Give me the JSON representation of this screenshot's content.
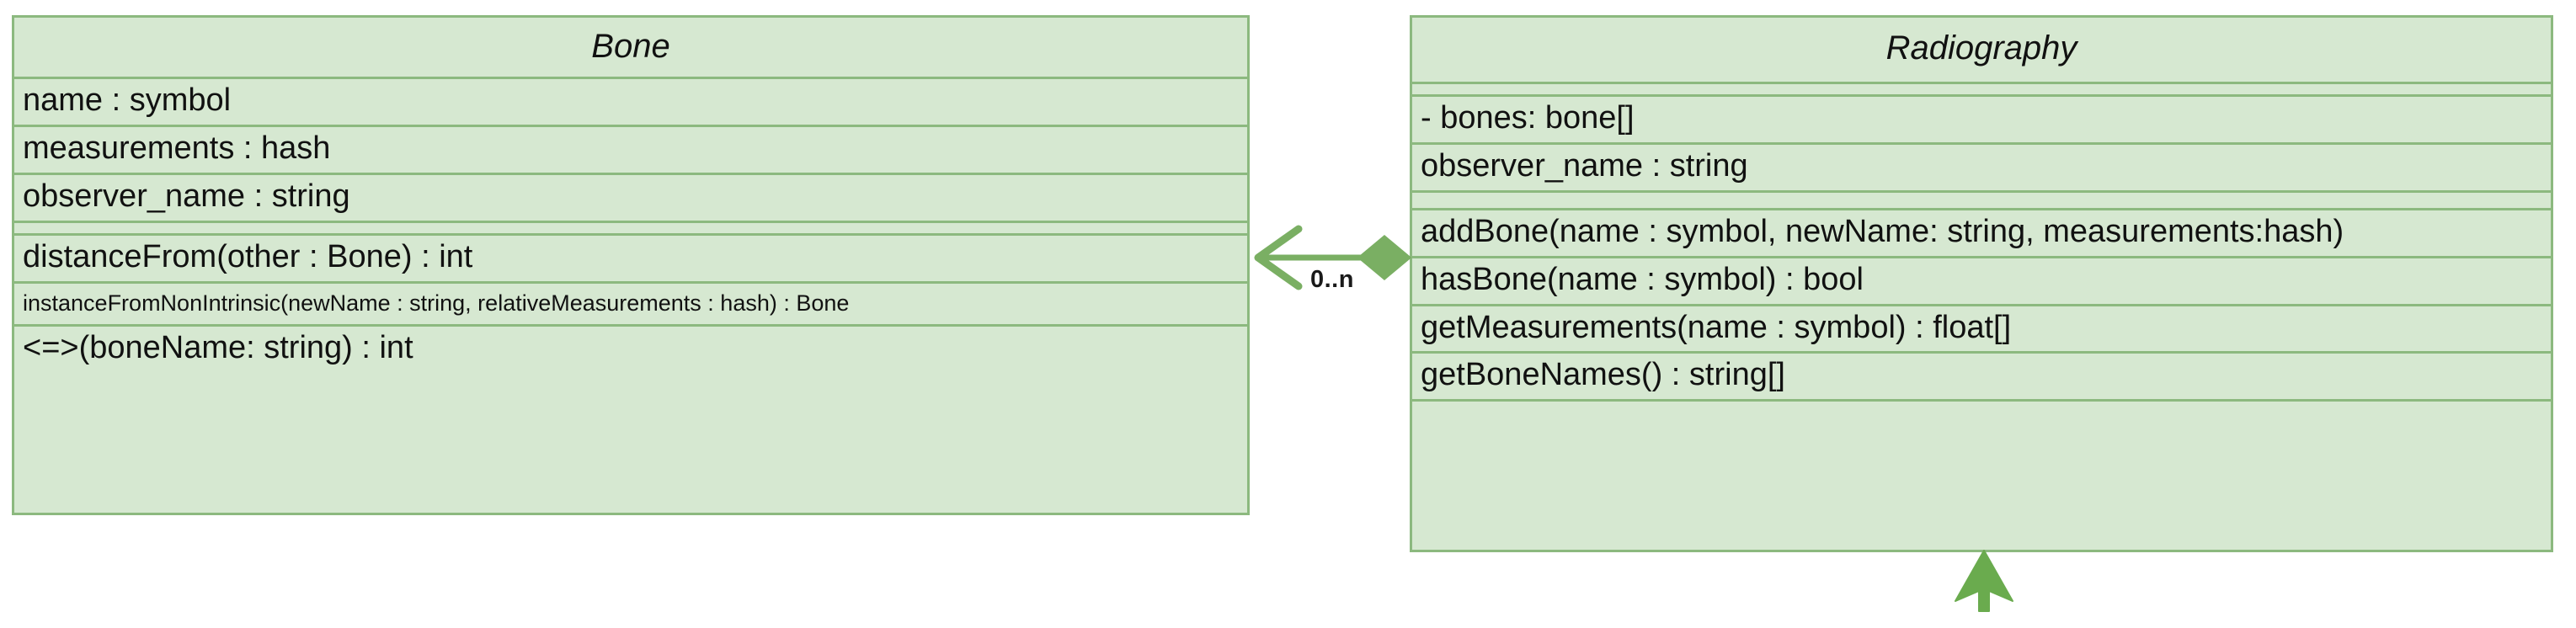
{
  "diagram": {
    "kind": "uml-class-diagram",
    "background_color": "#ffffff",
    "fill_color": "#d6e8d1",
    "line_color": "#8cb97f",
    "text_color": "#111111"
  },
  "classes": [
    {
      "id": "bone",
      "name": "Bone",
      "attributes": [
        "name : symbol",
        "measurements : hash",
        "observer_name : string"
      ],
      "methods": [
        "distanceFrom(other : Bone) : int",
        "instanceFromNonIntrinsic(newName : string, relativeMeasurements : hash) : Bone",
        "<=>(boneName: string) : int"
      ]
    },
    {
      "id": "radiography",
      "name": "Radiography",
      "attributes": [
        "- bones: bone[]",
        "observer_name : string"
      ],
      "methods": [
        "addBone(name : symbol, newName: string, measurements:hash)",
        "hasBone(name : symbol) : bool",
        "getMeasurements(name : symbol) : float[]",
        "getBoneNames() : string[]"
      ]
    }
  ],
  "relationships": [
    {
      "id": "bone-radiography-aggregation",
      "from": "radiography",
      "to": "bone",
      "type": "aggregation",
      "source_decoration": "diamond",
      "target_decoration": "open-arrow",
      "multiplicity": "0..n"
    },
    {
      "id": "radiography-inheritance",
      "type": "generalization",
      "target_decoration": "solid-arrow",
      "direction": "up"
    }
  ]
}
